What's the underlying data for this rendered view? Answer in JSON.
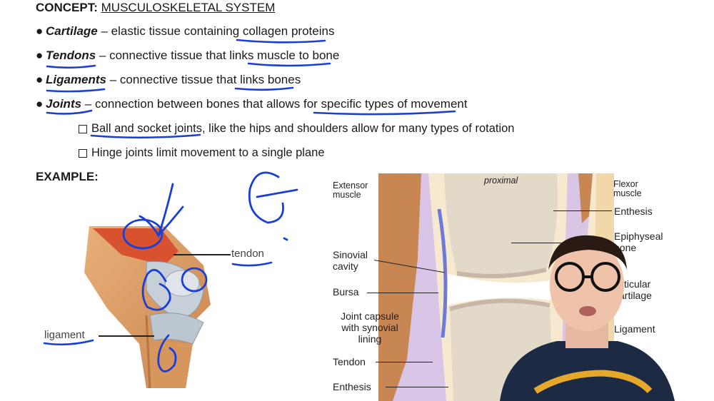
{
  "title": {
    "concept": "CONCEPT:",
    "topic": "MUSCULOSKELETAL SYSTEM"
  },
  "bullets": [
    {
      "term": "Cartilage",
      "rest": " – elastic tissue containing collagen proteins"
    },
    {
      "term": "Tendons",
      "rest": " – connective tissue that links muscle to bone"
    },
    {
      "term": "Ligaments",
      "rest": " – connective tissue that links bones"
    },
    {
      "term": "Joints",
      "rest": " – connection between bones that allows for specific types of movement"
    }
  ],
  "sub_bullets": [
    "Ball and socket joints, like the hips and shoulders allow for many types of rotation",
    "Hinge joints limit movement to a single plane"
  ],
  "example_label": "EXAMPLE:",
  "knee_diagram": {
    "tendon": "tendon",
    "ligament": "ligament"
  },
  "joint_diagram": {
    "extensor_muscle": "Extensor muscle",
    "proximal": "proximal",
    "flexor_muscle": "Flexor muscle",
    "enthesis_top": "Enthesis",
    "epiphyseal_bone": "Epiphyseal bone",
    "sinovial_cavity": "Sinovial cavity",
    "bursa": "Bursa",
    "articular_cartilage": "Articular cartilage",
    "joint_capsule": "Joint capsule with synovial lining",
    "ligament": "Ligament",
    "tendon": "Tendon",
    "enthesis_bottom": "Enthesis"
  },
  "colors": {
    "ink": "#1a3fd6",
    "shirt": "#1c2a44",
    "shirt_logo": "#e5a82a"
  }
}
